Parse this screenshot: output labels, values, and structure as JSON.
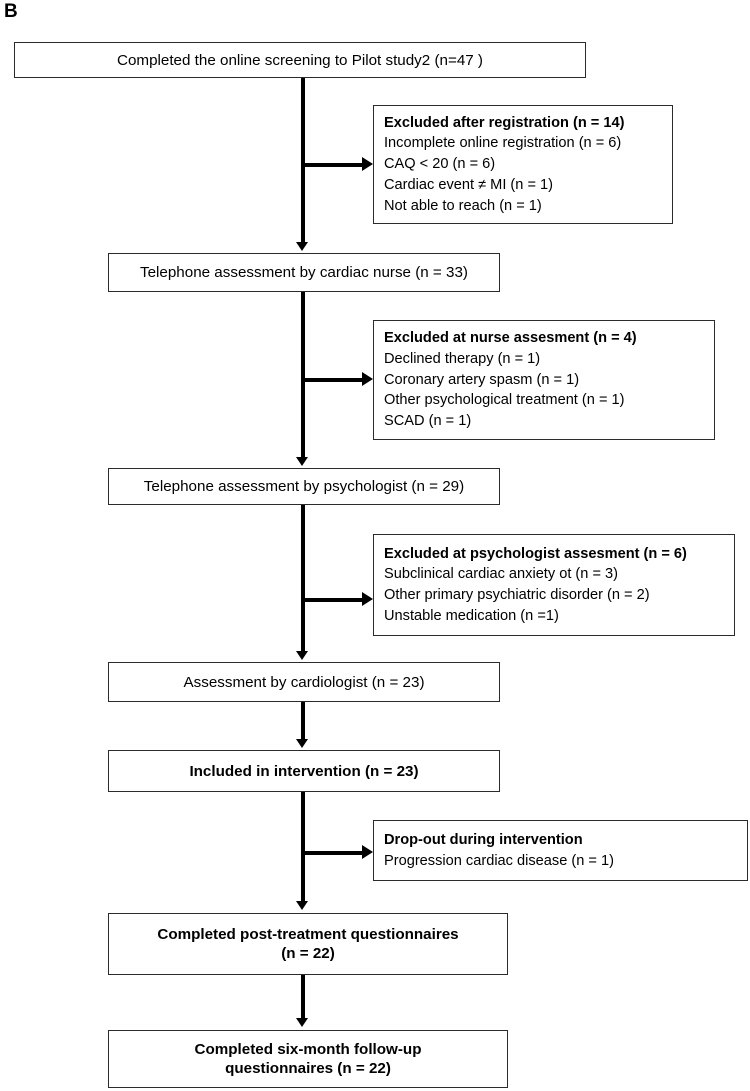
{
  "panel": {
    "letter": "B"
  },
  "flow": {
    "nodes": [
      {
        "id": "screening",
        "label": "Completed the online screening to Pilot study2 (n=47 )",
        "bold": false
      },
      {
        "id": "nurse-assessment",
        "label": "Telephone assessment by cardiac nurse (n = 33)",
        "bold": false
      },
      {
        "id": "psychologist-assessment",
        "label": "Telephone assessment by psychologist (n = 29)",
        "bold": false
      },
      {
        "id": "cardiologist-assessment",
        "label": "Assessment by cardiologist (n = 23)",
        "bold": false
      },
      {
        "id": "included",
        "label": "Included in intervention  (n = 23)",
        "bold": true
      },
      {
        "id": "post-treatment",
        "label_line1": "Completed post-treatment questionnaires",
        "label_line2": "(n = 22)",
        "bold": true
      },
      {
        "id": "follow-up",
        "label_line1": "Completed six-month follow-up",
        "label_line2": "questionnaires  (n = 22)",
        "bold": true
      }
    ],
    "exclusions": [
      {
        "id": "excluded-registration",
        "heading": "Excluded after registration (n = 14)",
        "items": [
          "Incomplete online registration (n = 6)",
          "CAQ < 20 (n = 6)",
          "Cardiac event ≠ MI (n = 1)",
          "Not able to reach (n = 1)"
        ]
      },
      {
        "id": "excluded-nurse",
        "heading": "Excluded at nurse assesment (n = 4)",
        "items": [
          "Declined therapy (n = 1)",
          "Coronary artery spasm (n = 1)",
          "Other psychological treatment (n = 1)",
          "SCAD (n = 1)"
        ]
      },
      {
        "id": "excluded-psychologist",
        "heading": "Excluded at psychologist assesment (n = 6)",
        "items": [
          "Subclinical cardiac anxiety ot (n = 3)",
          "Other primary psychiatric disorder (n = 2)",
          "Unstable medication (n =1)"
        ]
      },
      {
        "id": "drop-out",
        "heading": "Drop-out during intervention",
        "items": [
          "Progression cardiac disease (n = 1)"
        ]
      }
    ]
  },
  "chart_data": {
    "type": "diagram",
    "title": "Participant flow diagram (Pilot study 2)",
    "diagram_kind": "CONSORT-style participant flow",
    "stages": [
      {
        "stage": "Completed the online screening to Pilot study2",
        "n": 47
      },
      {
        "stage": "Telephone assessment by cardiac nurse",
        "n": 33
      },
      {
        "stage": "Telephone assessment by psychologist",
        "n": 29
      },
      {
        "stage": "Assessment by cardiologist",
        "n": 23
      },
      {
        "stage": "Included in intervention",
        "n": 23
      },
      {
        "stage": "Completed post-treatment questionnaires",
        "n": 22
      },
      {
        "stage": "Completed six-month follow-up questionnaires",
        "n": 22
      }
    ],
    "exclusions": [
      {
        "after_stage": "Completed the online screening to Pilot study2",
        "label": "Excluded after registration",
        "n": 14,
        "reasons": [
          {
            "reason": "Incomplete online registration",
            "n": 6
          },
          {
            "reason": "CAQ < 20",
            "n": 6
          },
          {
            "reason": "Cardiac event ≠ MI",
            "n": 1
          },
          {
            "reason": "Not able to reach",
            "n": 1
          }
        ]
      },
      {
        "after_stage": "Telephone assessment by cardiac nurse",
        "label": "Excluded at nurse assesment",
        "n": 4,
        "reasons": [
          {
            "reason": "Declined therapy",
            "n": 1
          },
          {
            "reason": "Coronary artery spasm",
            "n": 1
          },
          {
            "reason": "Other psychological treatment",
            "n": 1
          },
          {
            "reason": "SCAD",
            "n": 1
          }
        ]
      },
      {
        "after_stage": "Telephone assessment by psychologist",
        "label": "Excluded at psychologist assesment",
        "n": 6,
        "reasons": [
          {
            "reason": "Subclinical cardiac anxiety ot",
            "n": 3
          },
          {
            "reason": "Other primary psychiatric disorder",
            "n": 2
          },
          {
            "reason": "Unstable medication",
            "n": 1
          }
        ]
      },
      {
        "after_stage": "Included in intervention",
        "label": "Drop-out during intervention",
        "n": 1,
        "reasons": [
          {
            "reason": "Progression cardiac disease",
            "n": 1
          }
        ]
      }
    ]
  }
}
